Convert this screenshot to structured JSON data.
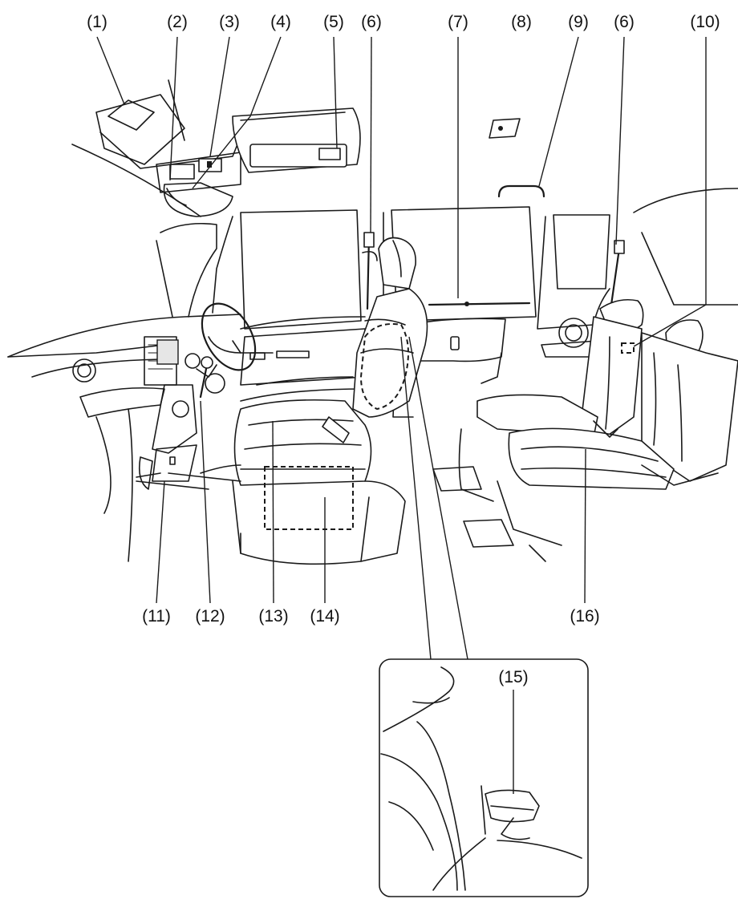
{
  "callouts": {
    "c1": "(1)",
    "c2": "(2)",
    "c3": "(3)",
    "c4": "(4)",
    "c5": "(5)",
    "c6a": "(6)",
    "c7": "(7)",
    "c8": "(8)",
    "c9": "(9)",
    "c6b": "(6)",
    "c10": "(10)",
    "c11": "(11)",
    "c12": "(12)",
    "c13": "(13)",
    "c14": "(14)",
    "c16": "(16)",
    "c15": "(15)"
  }
}
